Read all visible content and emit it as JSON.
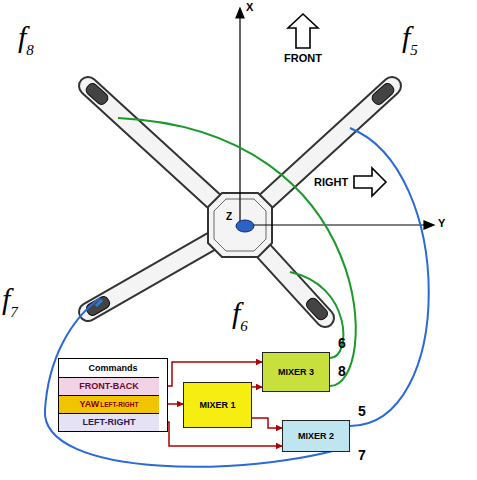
{
  "diagram": {
    "nodes": [
      {
        "text": [
          "Commands"
        ]
      },
      {
        "text": [
          "FRONT-BACK"
        ],
        "in": 0
      },
      {
        "text": [
          "YAW",
          "LEFT-RIGHT"
        ],
        "in": 0
      },
      {
        "text": [
          "LEFT-RIGHT"
        ],
        "in": 0
      },
      {
        "text": [
          "MIXER 1"
        ]
      },
      {
        "text": [
          "MIXER 3"
        ]
      },
      {
        "text": [
          "MIXER 2"
        ]
      }
    ],
    "edges": [
      {
        "from": 1,
        "to": 5,
        "arrow": "to"
      },
      {
        "from": 2,
        "to": 4,
        "arrow": "to"
      },
      {
        "from": 3,
        "to": 6,
        "arrow": "to"
      },
      {
        "from": 4,
        "to": 5,
        "arrow": "to"
      },
      {
        "from": 4,
        "to": 6,
        "arrow": "to"
      }
    ],
    "labels": [
      "X",
      "Y",
      "Z",
      "FRONT",
      "RIGHT",
      "f8",
      "f5",
      "f7",
      "f6",
      "6",
      "8",
      "5",
      "7"
    ]
  }
}
